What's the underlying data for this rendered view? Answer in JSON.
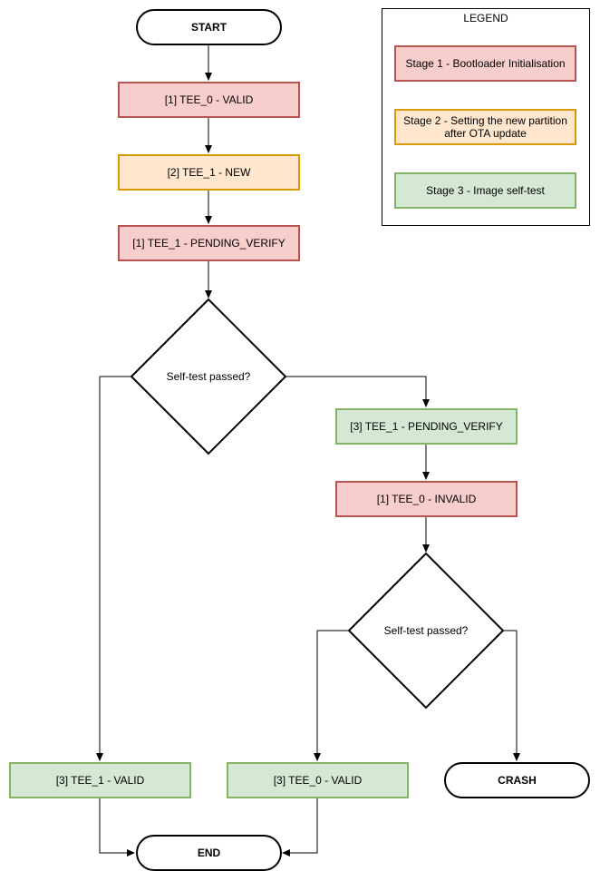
{
  "legend": {
    "title": "LEGEND",
    "stage1": "Stage 1 - Bootloader Initialisation",
    "stage2": "Stage 2 - Setting the new partition after OTA update",
    "stage3": "Stage 3 - Image self-test"
  },
  "flow": {
    "start": "START",
    "step1": "[1] TEE_0 - VALID",
    "step2": "[2] TEE_1 - NEW",
    "step3": "[1] TEE_1 - PENDING_VERIFY",
    "decision1": "Self-test passed?",
    "step4": "[3] TEE_1 - PENDING_VERIFY",
    "step5": "[1] TEE_0 - INVALID",
    "decision2": "Self-test passed?",
    "step6": "[3] TEE_1 - VALID",
    "step7": "[3] TEE_0 - VALID",
    "crash": "CRASH",
    "end": "END"
  },
  "colors": {
    "stage1_fill": "#f8cecc",
    "stage1_stroke": "#b85450",
    "stage2_fill": "#ffe6cc",
    "stage2_stroke": "#d79b00",
    "stage3_fill": "#d5e8d4",
    "stage3_stroke": "#82b366"
  }
}
